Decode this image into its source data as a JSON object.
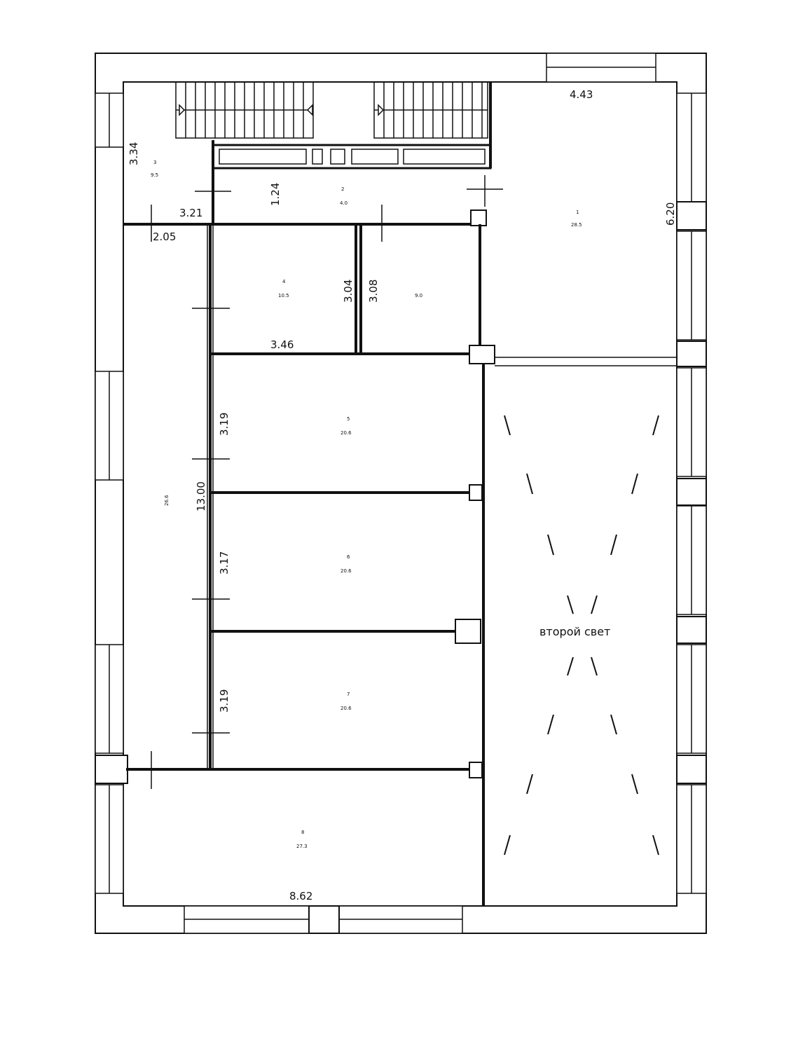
{
  "dimensions": {
    "top_right_width": "4.43",
    "stair_height": "3.34",
    "stair_width": "3.21",
    "corridor_width": "2.05",
    "landing_depth": "1.24",
    "right_room_height": "6.20",
    "room4_height": "3.04",
    "room4b_height": "3.08",
    "room4_width": "3.46",
    "room5_height": "3.19",
    "corridor_length": "13.00",
    "room6_height": "3.17",
    "room7_height": "3.19",
    "bottom_width": "8.62"
  },
  "rooms": {
    "r1_num": "1",
    "r1_area": "28.5",
    "r3_num": "3",
    "r3_area": "9.5",
    "landing_num": "2",
    "landing_area": "4.0",
    "r4_num": "4",
    "r4_area": "10.5",
    "r4b_area": "9.0",
    "r5_num": "5",
    "r5_area": "20.6",
    "r6_num": "6",
    "r6_area": "20.6",
    "r7_num": "7",
    "r7_area": "20.6",
    "r8_num": "8",
    "r8_area": "27.3",
    "corridor_area": "26.6"
  },
  "labels": {
    "double_height": "второй свет"
  },
  "colors": {
    "line": "#111111",
    "background": "#ffffff"
  }
}
